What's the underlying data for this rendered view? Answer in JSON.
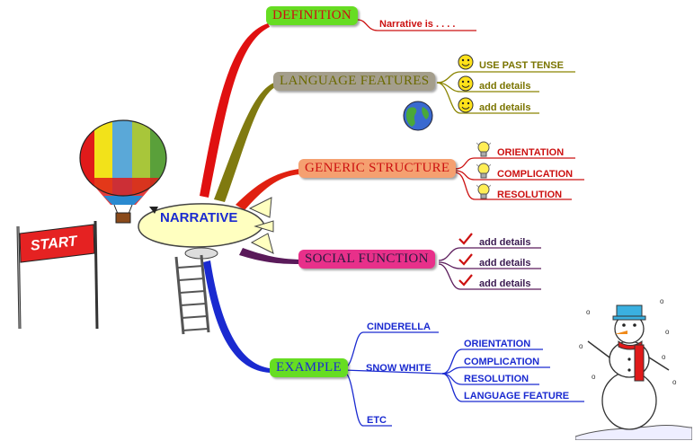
{
  "center": {
    "label": "NARRATIVE"
  },
  "start_flag": {
    "label": "START"
  },
  "branches": {
    "definition": {
      "label": "DEFINITION",
      "detail": "Narrative is . . . ."
    },
    "language_features": {
      "label": "LANGUAGE FEATURES",
      "items": [
        "USE PAST TENSE",
        "add details",
        "add details"
      ],
      "icon": "smiley-icon"
    },
    "generic_structure": {
      "label": "GENERIC STRUCTURE",
      "items": [
        "ORIENTATION",
        "COMPLICATION",
        "RESOLUTION"
      ],
      "icon": "lightbulb-icon"
    },
    "social_function": {
      "label": "SOCIAL FUNCTION",
      "items": [
        "add details",
        "add details",
        "add details"
      ],
      "icon": "checkmark-icon"
    },
    "example": {
      "label": "EXAMPLE",
      "items": [
        "CINDERELLA",
        "SNOW WHITE",
        "ETC"
      ],
      "snow_white_items": [
        "ORIENTATION",
        "COMPLICATION",
        "RESOLUTION",
        "LANGUAGE FEATURE"
      ]
    }
  },
  "colors": {
    "definition_bg": "#66dd22",
    "definition_text": "#cc1111",
    "language_bg": "#a49e8c",
    "language_text": "#6b6a00",
    "generic_bg": "#f5a070",
    "generic_text": "#cc1111",
    "social_bg": "#e8308a",
    "social_text": "#2a1a40",
    "example_bg": "#66dd22",
    "example_text": "#1a2ad0"
  }
}
